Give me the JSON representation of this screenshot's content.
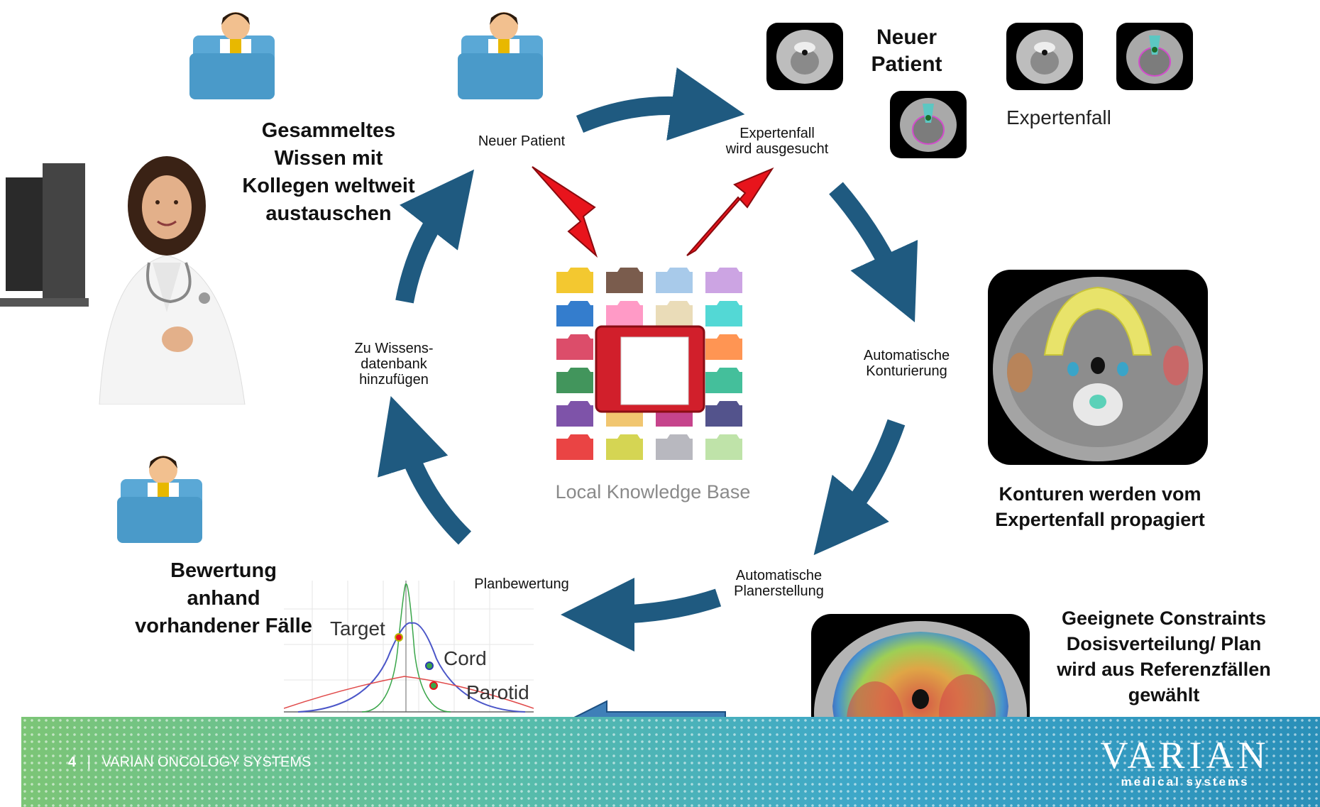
{
  "labels": {
    "knowledge_share": [
      "Gesammeltes",
      "Wissen mit",
      "Kollegen weltweit",
      "austauschen"
    ],
    "neuer_patient_step": "Neuer Patient",
    "expertenfall_step": [
      "Expertenfall",
      "wird ausgesucht"
    ],
    "neuer_patient_header": [
      "Neuer",
      "Patient"
    ],
    "expertenfall_header": "Expertenfall",
    "add_to_db": [
      "Zu Wissens-",
      "datenbank",
      "hinzufügen"
    ],
    "auto_contour": [
      "Automatische",
      "Konturierung"
    ],
    "contours_propagated": [
      "Konturen werden vom",
      "Expertenfall propagiert"
    ],
    "knowledge_base": "Local Knowledge Base",
    "evaluation": [
      "Bewertung",
      "anhand",
      "vorhandener Fälle"
    ],
    "plan_eval": "Planbewertung",
    "auto_plan": [
      "Automatische",
      "Planerstellung"
    ],
    "constraints": [
      "Geeignete Constraints",
      "Dosisverteilung/ Plan",
      "wird aus Referenzfällen",
      "gewählt"
    ],
    "curve_target": "Target",
    "curve_cord": "Cord",
    "curve_parotid": "Parotid"
  },
  "footer": {
    "page_number": "4",
    "separator": "|",
    "company": "VARIAN ONCOLOGY SYSTEMS"
  },
  "logo": {
    "main": "VARIAN",
    "sub": "medical systems"
  },
  "colors": {
    "cycle_arrow": "#1f5a80",
    "red_arrow": "#e8141c",
    "folder_blue": "#4a9ac9",
    "target_curve": "#3aa64a",
    "cord_curve": "#4b56c8",
    "parotid_curve": "#e04a4a"
  }
}
